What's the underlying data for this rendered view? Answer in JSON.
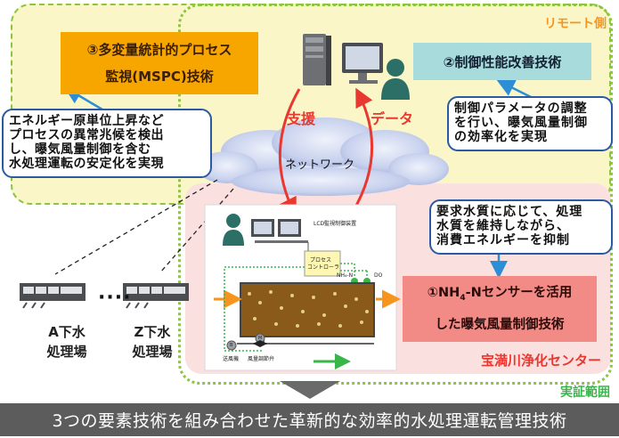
{
  "regions": {
    "remote": "リモート側",
    "shoumei": "実証範囲",
    "plant": "宝満川浄化センター"
  },
  "tech3": {
    "line1": "③多変量統計的プロセス",
    "line2": "監視(MSPC)技術"
  },
  "tech2": {
    "label": "②制御性能改善技術"
  },
  "tech1": {
    "line1_pre": "①NH",
    "line1_sub": "4",
    "line1_post": "-Nセンサーを活用",
    "line2": "した曝気風量制御技術"
  },
  "notes": {
    "left": [
      "エネルギー原単位上昇など",
      "プロセスの異常兆候を検出",
      "し、曝気風量制御を含む",
      "水処理運転の安定化を実現"
    ],
    "right": [
      "制御パラメータの調整",
      "を行い、曝気風量制御",
      "の効率化を実現"
    ],
    "plant": [
      "要求水質に応じて、処理",
      "水質を維持しながら、",
      "消費エネルギーを抑制"
    ]
  },
  "network": {
    "cloud": "ネットワーク",
    "support": "支援",
    "data": "データ"
  },
  "facilities": {
    "a_line1": "A下水",
    "a_line2": "処理場",
    "z_line1": "Z下水",
    "z_line2": "処理場",
    "dots": "····"
  },
  "plant_diagram": {
    "lcd": "LCD監視制御装置",
    "controller_1": "プロセス",
    "controller_2": "コントローラ",
    "nh4": "NH₄-N",
    "do": "DO",
    "blower": "送風機",
    "valve": "風量調節弁",
    "b": "B",
    "m": "M"
  },
  "bottom": {
    "banner": "3つの要素技術を組み合わせた革新的な効率的水処理運転管理技術"
  },
  "colors": {
    "remote_bg": "#fbf6c8",
    "plant_bg": "#fbe0e0",
    "dotted_border": "#8cc63f",
    "tech3_box": "#f7a600",
    "tech2_box": "#a8dcdc",
    "tech1_box": "#f28a85",
    "arrow_red": "#e8382f",
    "note_border": "#2c5aa0",
    "banner": "#5c5c5c"
  }
}
